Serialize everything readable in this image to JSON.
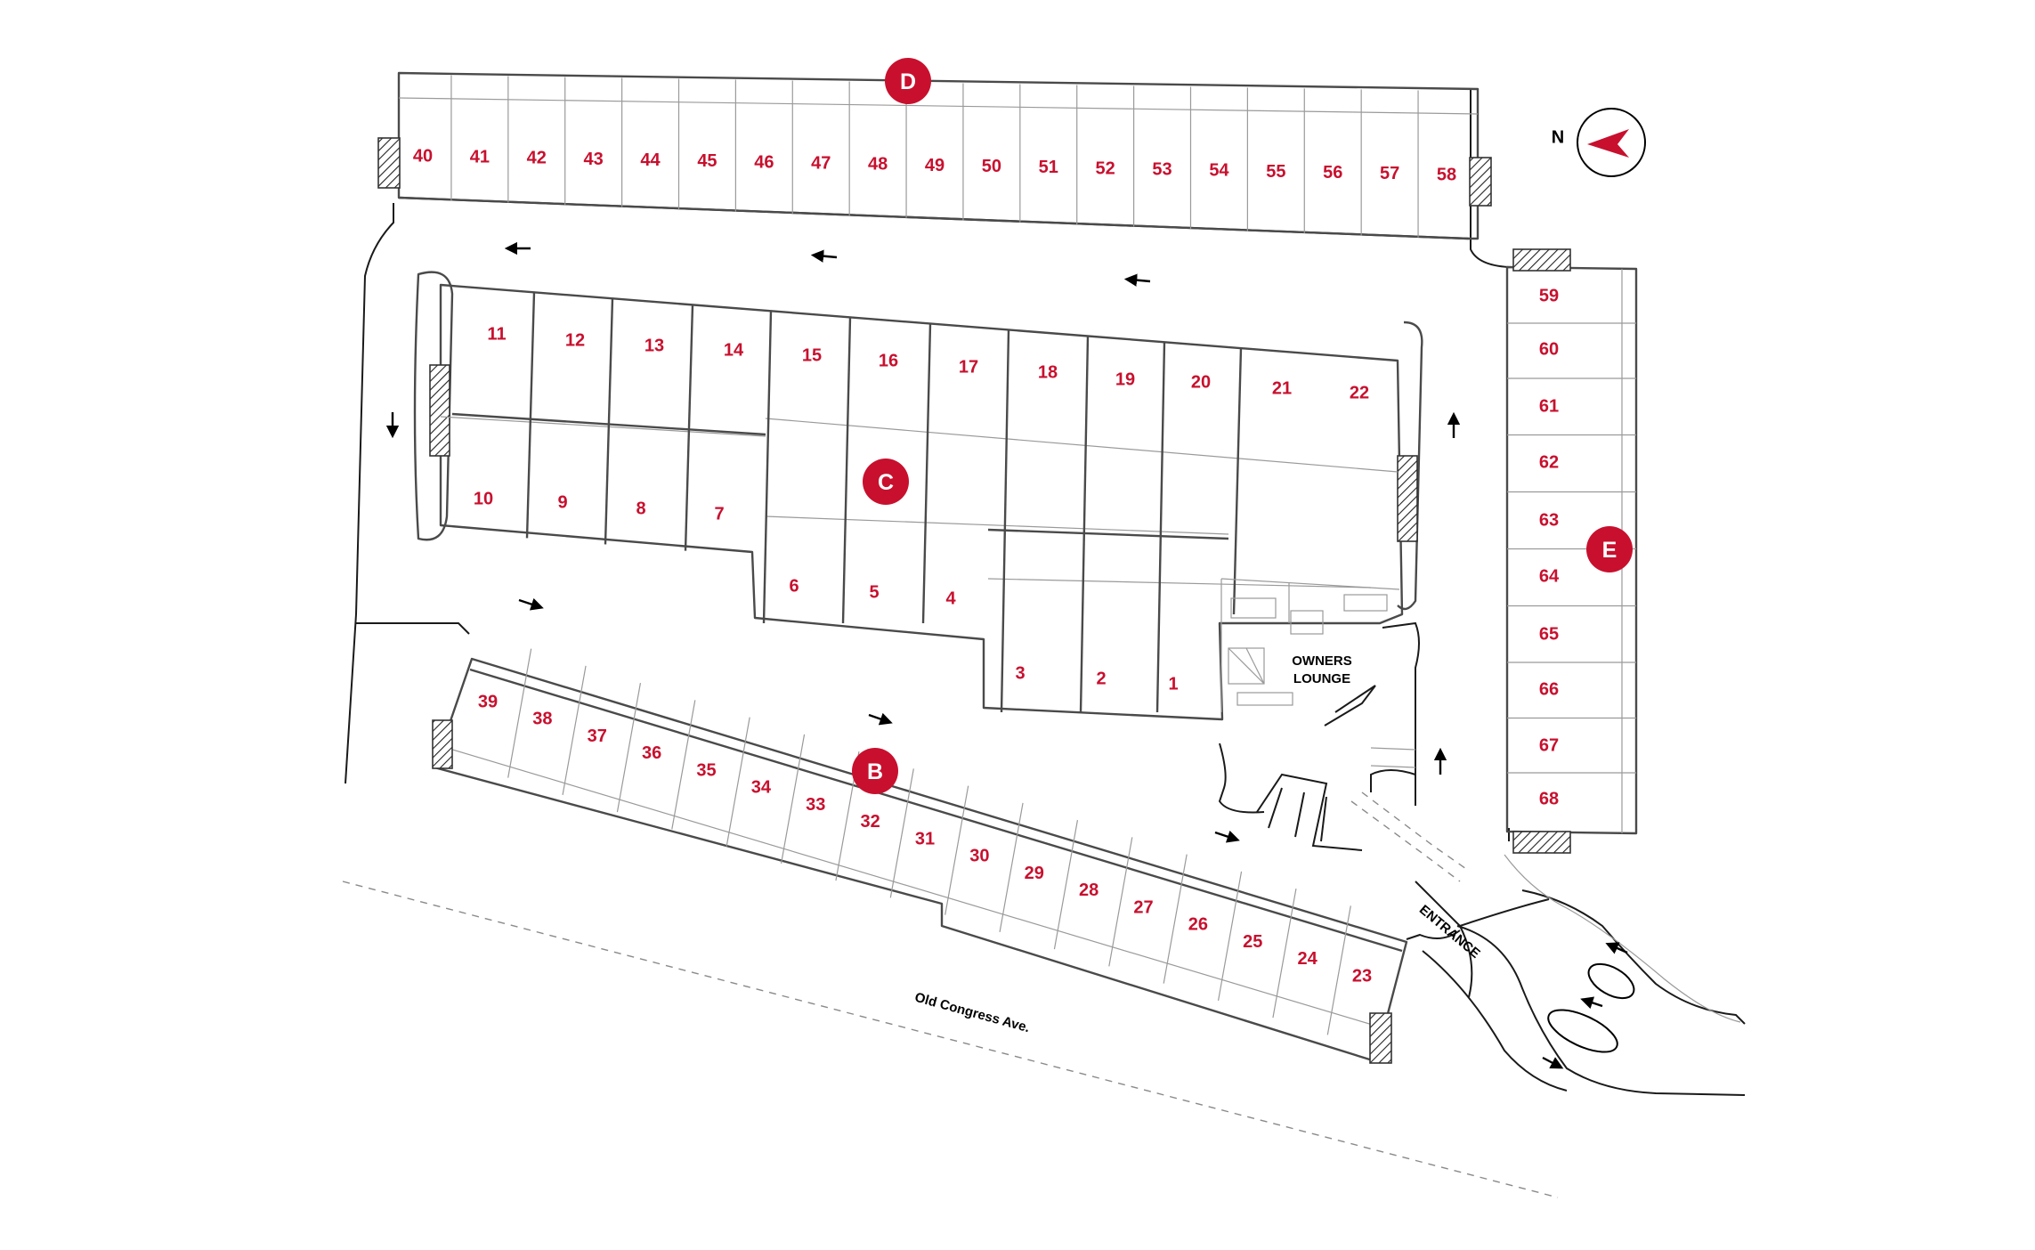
{
  "buildings": {
    "B": {
      "label": "B",
      "units": [
        "23",
        "24",
        "25",
        "26",
        "27",
        "28",
        "29",
        "30",
        "31",
        "32",
        "33",
        "34",
        "35",
        "36",
        "37",
        "38",
        "39"
      ]
    },
    "C": {
      "label": "C",
      "units": [
        "1",
        "2",
        "3",
        "4",
        "5",
        "6",
        "7",
        "8",
        "9",
        "10",
        "11",
        "12",
        "13",
        "14",
        "15",
        "16",
        "17",
        "18",
        "19",
        "20",
        "21",
        "22"
      ]
    },
    "D": {
      "label": "D",
      "units": [
        "40",
        "41",
        "42",
        "43",
        "44",
        "45",
        "46",
        "47",
        "48",
        "49",
        "50",
        "51",
        "52",
        "53",
        "54",
        "55",
        "56",
        "57",
        "58"
      ]
    },
    "E": {
      "label": "E",
      "units": [
        "59",
        "60",
        "61",
        "62",
        "63",
        "64",
        "65",
        "66",
        "67",
        "68"
      ]
    }
  },
  "lounge": {
    "line1": "OWNERS",
    "line2": "LOUNGE"
  },
  "entrance_label": "ENTRANCE",
  "street_label": "Old Congress Ave.",
  "compass": {
    "label": "N",
    "icon": "north-arrow-icon"
  },
  "colors": {
    "unit_text": "#c8102e",
    "badge": "#c8102e",
    "linework": "#4a4a4a"
  }
}
